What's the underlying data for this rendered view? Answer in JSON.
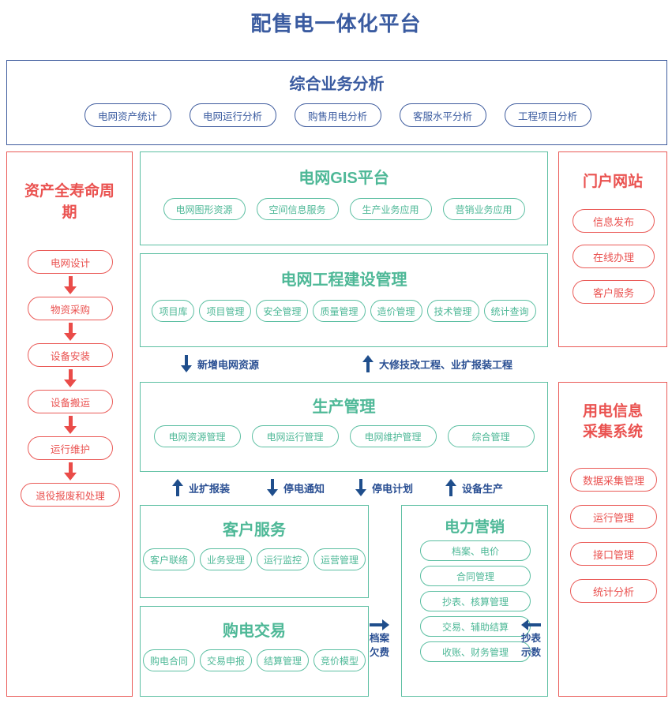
{
  "title": "配售电一体化平台",
  "top_section": {
    "title": "综合业务分析",
    "items": [
      "电网资产统计",
      "电网运行分析",
      "购售用电分析",
      "客服水平分析",
      "工程项目分析"
    ]
  },
  "left_column": {
    "title": "资产全寿命周期",
    "steps": [
      "电网设计",
      "物资采购",
      "设备安装",
      "设备搬运",
      "运行维护",
      "退役报废和处理"
    ]
  },
  "gis": {
    "title": "电网GIS平台",
    "items": [
      "电网图形资源",
      "空间信息服务",
      "生产业务应用",
      "营销业务应用"
    ]
  },
  "engineering": {
    "title": "电网工程建设管理",
    "items": [
      "项目库",
      "项目管理",
      "安全管理",
      "质量管理",
      "造价管理",
      "技术管理",
      "统计查询"
    ]
  },
  "production": {
    "title": "生产管理",
    "items": [
      "电网资源管理",
      "电网运行管理",
      "电网维护管理",
      "综合管理"
    ]
  },
  "customer_service": {
    "title": "客户服务",
    "items": [
      "客户联络",
      "业务受理",
      "运行监控",
      "运营管理"
    ]
  },
  "purchase_trading": {
    "title": "购电交易",
    "items": [
      "购电合同",
      "交易申报",
      "结算管理",
      "竞价模型"
    ]
  },
  "marketing": {
    "title": "电力营销",
    "items": [
      "档案、电价",
      "合同管理",
      "抄表、核算管理",
      "交易、辅助结算",
      "收账、财务管理"
    ]
  },
  "portal": {
    "title": "门户网站",
    "items": [
      "信息发布",
      "在线办理",
      "客户服务"
    ]
  },
  "collection": {
    "title_line1": "用电信息",
    "title_line2": "采集系统",
    "items": [
      "数据采集管理",
      "运行管理",
      "接口管理",
      "统计分析"
    ]
  },
  "flow_labels": {
    "new_resource": "新增电网资源",
    "big_repair": "大修技改工程、业扩报装工程",
    "ye_kuo": "业扩报装",
    "outage_notice": "停电通知",
    "outage_plan": "停电计划",
    "equipment_production": "设备生产",
    "dangan_line1": "档案",
    "dangan_line2": "欠费",
    "chaobiao_line1": "抄表",
    "chaobiao_line2": "示数"
  },
  "colors": {
    "blue": "#3f5c9e",
    "blue_text": "#3a5ba0",
    "green": "#5cbfa2",
    "green_text": "#4eb897",
    "red": "#ea5a57",
    "red_text": "#ea5250",
    "arrow_navy": "#1f4e8c",
    "arrow_red": "#ea4c49"
  }
}
